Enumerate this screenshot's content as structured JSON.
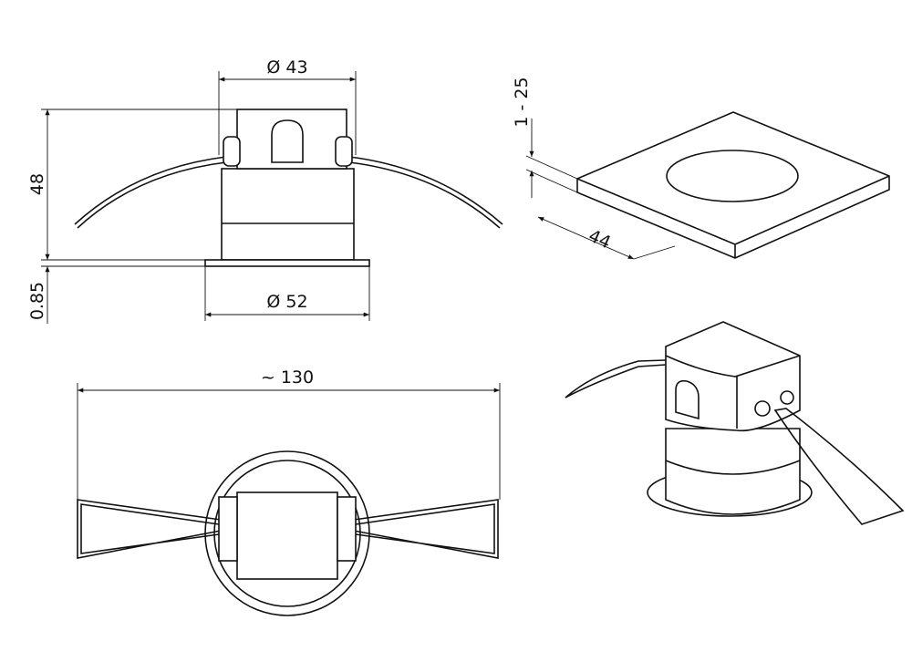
{
  "dimensions": {
    "top_diameter": "Ø 43",
    "height": "48",
    "flange_thickness": "0.85",
    "flange_diameter": "Ø 52",
    "ceiling_thickness": "1 - 25",
    "cutout": "44",
    "overall_width": "~ 130"
  }
}
